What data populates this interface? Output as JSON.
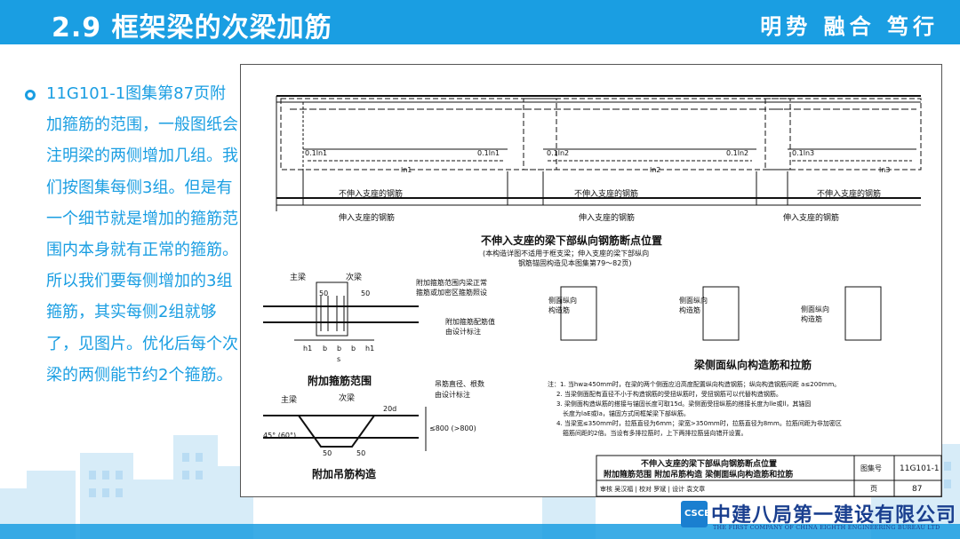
{
  "header": {
    "title": "2.9 框架梁的次梁加筋",
    "slogan": "明势 融合 笃行"
  },
  "bullet": {
    "text": "11G101-1图集第87页附加箍筋的范围，一般图纸会注明梁的两侧增加几组。我们按图集每侧3组。但是有一个细节就是增加的箍筋范围内本身就有正常的箍筋。所以我们要每侧增加的3组箍筋，其实每侧2组就够了，见图片。优化后每个次梁的两侧能节约2个箍筋。"
  },
  "drawing": {
    "dim_labels": [
      "0.1ln1",
      "0.1ln1",
      "0.1ln2",
      "0.1ln2",
      "0.1ln3"
    ],
    "span_labels": [
      "ln1",
      "ln2",
      "ln3"
    ],
    "not_extend_label": "不伸入支座的钢筋",
    "extend_label": "伸入支座的钢筋",
    "section1_title": "不伸入支座的梁下部纵向钢筋断点位置",
    "section1_note1": "(本构造详图不适用于框支梁；伸入支座的梁下部纵向",
    "section1_note2": "钢筋锚固构造见本图集第79～82页)",
    "main_beam": "主梁",
    "secondary_beam": "次梁",
    "dim_50": "50",
    "stirrup_note1": "附加箍筋范围内梁正常",
    "stirrup_note2": "箍筋或加密区箍筋照设",
    "stirrup_note3": "附加箍筋配筋值",
    "stirrup_note4": "由设计标注",
    "b_labels": [
      "h1",
      "b",
      "b",
      "b",
      "h1"
    ],
    "s_label": "s",
    "stirrup_title": "附加箍筋范围",
    "side_bar_label1": "侧面纵向",
    "side_bar_label2": "构造筋",
    "side_title": "梁侧面纵向构造筋和拉筋",
    "hanger_note1": "吊筋直径、根数",
    "hanger_note2": "由设计标注",
    "d20": "20d",
    "angle": "45° (60°)",
    "hanger_dim": "≤800 (>800)",
    "hanger_title": "附加吊筋构造",
    "notes": [
      "注：1. 当hw≥450mm时，在梁的两个侧面应沿高度配置纵向构造钢筋；纵向构造钢筋间距 a≤200mm。",
      "2. 当梁侧面配有直径不小于构造钢筋的受扭纵筋时，受扭钢筋可以代替构造钢筋。",
      "3. 梁侧面构造纵筋的搭接与锚固长度可取15d。梁侧面受扭纵筋的搭接长度为lle或ll，其锚固",
      "长度为laE或la，锚固方式同框架梁下部纵筋。",
      "4. 当梁宽≤350mm时，拉筋直径为6mm；梁宽>350mm时，拉筋直径为8mm。拉筋间距为非加密区",
      "箍筋间距的2倍。当设有多排拉筋时，上下两排拉筋竖向错开设置。"
    ],
    "titleblock": {
      "line1": "不伸入支座的梁下部纵向钢筋断点位置",
      "line2": "附加箍筋范围  附加吊筋构造  梁侧面纵向构造筋和拉筋",
      "atlas_label": "图集号",
      "atlas_no": "11G101-1",
      "sign_row": "审核 吴汉福 | 校对 罗斌 | 设计 袁文章",
      "page_label": "页",
      "page_no": "87"
    }
  },
  "logo": {
    "mark": "CSCEC",
    "cn": "中建八局第一建设有限公司",
    "en": "THE FIRST COMPANY OF CHINA EIGHTH ENGINEERING BUREAU LTD"
  }
}
